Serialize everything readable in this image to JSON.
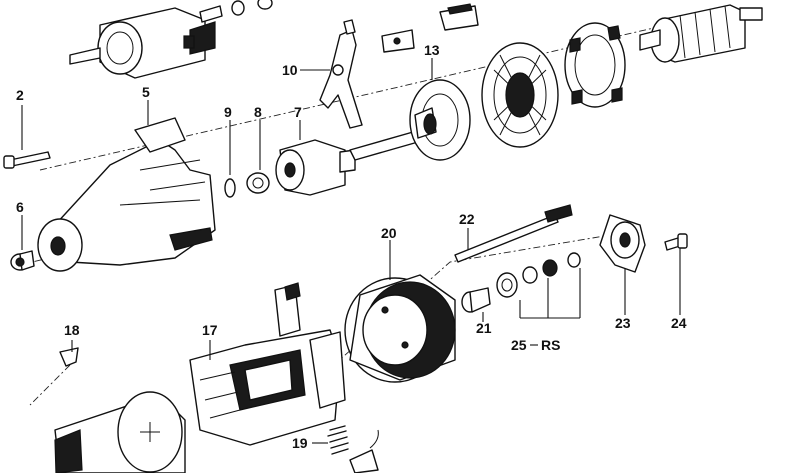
{
  "callouts": {
    "c2": "2",
    "c5": "5",
    "c6": "6",
    "c7": "7",
    "c8": "8",
    "c9": "9",
    "c10": "10",
    "c13": "13",
    "c17": "17",
    "c18": "18",
    "c19": "19",
    "c20": "20",
    "c21": "21",
    "c22": "22",
    "c23": "23",
    "c24": "24",
    "c25": "25",
    "c25_suffix": "RS"
  }
}
